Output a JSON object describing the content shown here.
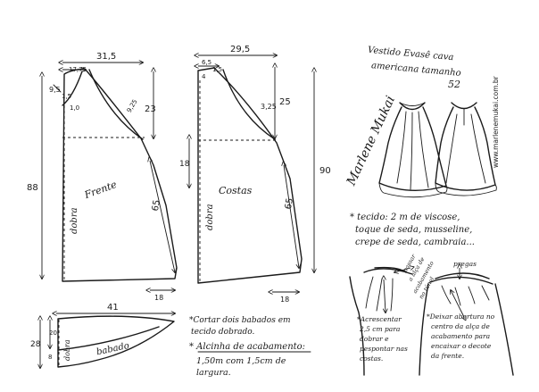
{
  "front": {
    "label": "Frente",
    "fold": "dobra",
    "dims": {
      "width_top": "31,5",
      "neck_w": "17,75",
      "neck_drop": "9,5",
      "small_a": "1,5",
      "small_b": "1,0",
      "strap": "9,25",
      "armhole": "23",
      "length": "88",
      "side": "65",
      "hem": "18"
    }
  },
  "back": {
    "label": "Costas",
    "fold": "dobra",
    "dims": {
      "width_top": "29,5",
      "neck_w": "6,5",
      "neck_drop": "4",
      "small_a": "1,5",
      "strap": "3,25",
      "armhole": "25",
      "upper": "18",
      "length": "90",
      "side": "65",
      "hem": "18"
    }
  },
  "ruffle": {
    "label": "babado",
    "fold": "dobra",
    "dims": {
      "width": "41",
      "height": "28",
      "depth": "20",
      "band": "8"
    }
  },
  "title": {
    "line1": "Vestido Evasê cava",
    "line2": "americana tamanho",
    "size": "52",
    "site": "www.marlenemukai.com.br",
    "signature": "Marlene Mukai"
  },
  "fabric": {
    "line1": "* tecido: 2 m de viscose,",
    "line2": "toque de seda, musseline,",
    "line3": "crepe de seda, cambraia..."
  },
  "notes": {
    "cut1": "*Cortar dois babados em",
    "cut2": "tecido dobrado.",
    "strap_title": "* Alcinha de acabamento:",
    "strap1": "1,50m com 1,5cm de",
    "strap2": "largura."
  },
  "detail": {
    "pass1": "passar",
    "pass2": "a alça de",
    "pass3": "acabamento",
    "pass4": "no túnel",
    "pleats": "pregas",
    "add1": "*Acrescentar",
    "add2": "2,5 cm para",
    "add3": "dobrar e",
    "add4": "pespontar nas",
    "add5": "costas.",
    "open1": "*Deixar abertura no",
    "open2": "centro da alça de",
    "open3": "acabamento para",
    "open4": "encaixar o decote",
    "open5": "da frente."
  }
}
